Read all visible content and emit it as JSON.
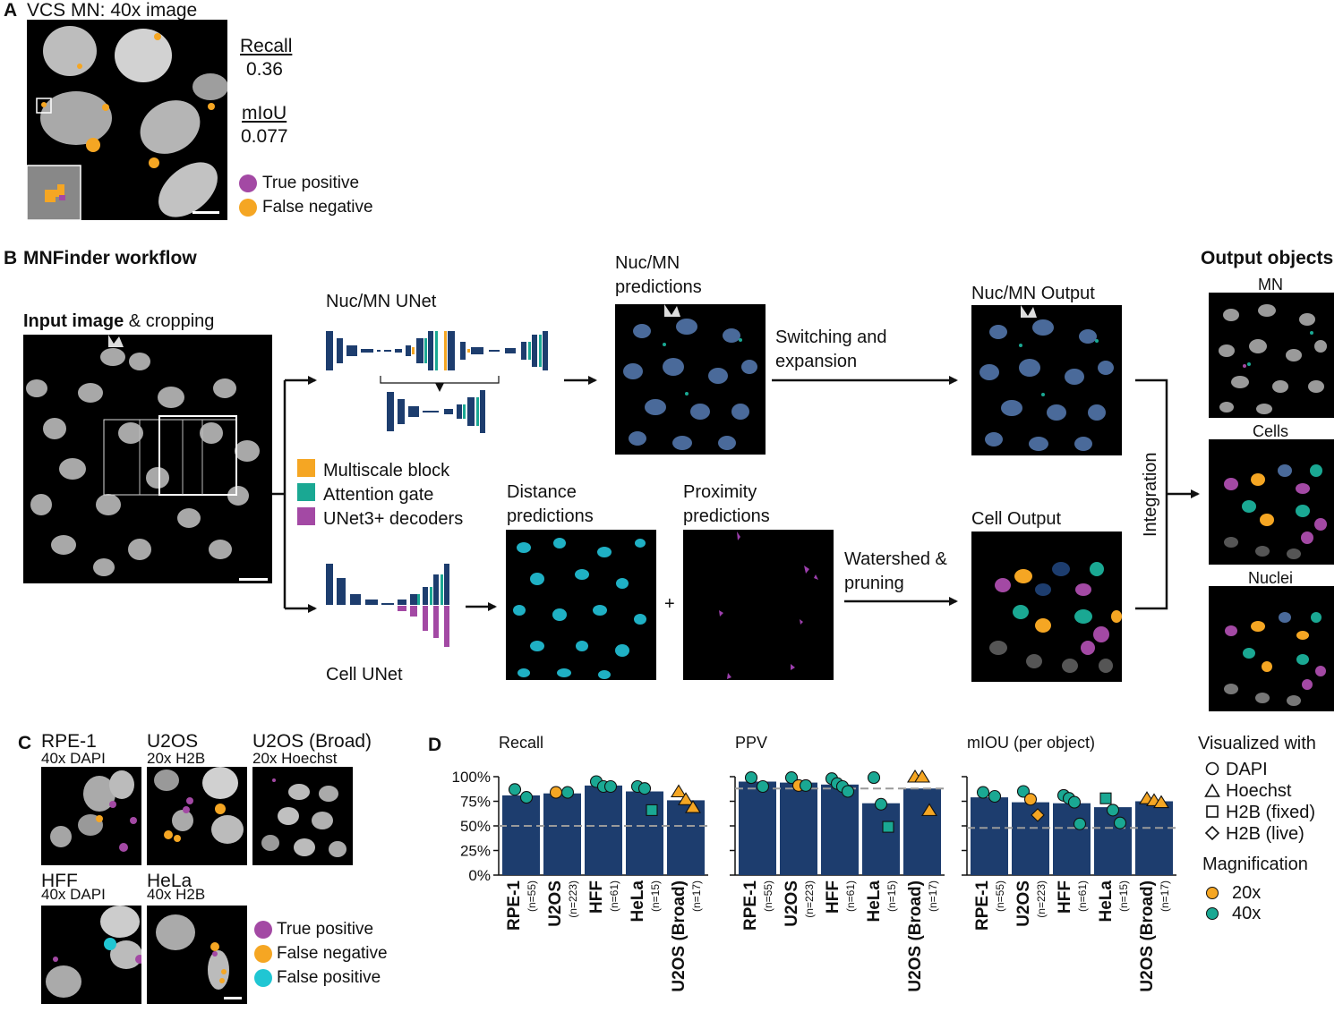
{
  "colors": {
    "purple": "#a349a4",
    "orange": "#f5a623",
    "teal": "#1aa893",
    "cyan": "#20c6d3",
    "navy": "#1d3d6e",
    "dash": "#9a9a9a"
  },
  "panel_a": {
    "letter": "A",
    "title": "VCS MN: 40x image",
    "recall_label": "Recall",
    "recall_value": "0.36",
    "miou_label": "mIoU",
    "miou_value": "0.077",
    "legend": [
      "True positive",
      "False negative"
    ]
  },
  "panel_b": {
    "letter": "B",
    "title": "MNFinder workflow",
    "input_bold": "Input image",
    "input_rest": " & cropping",
    "nuc_unet": "Nuc/MN UNet",
    "cell_unet": "Cell UNet",
    "nuc_pred": [
      "Nuc/MN",
      "predictions"
    ],
    "switching": [
      "Switching and",
      "expansion"
    ],
    "nuc_output": "Nuc/MN Output",
    "legend": [
      "Multiscale block",
      "Attention gate",
      "UNet3+ decoders"
    ],
    "distance": [
      "Distance",
      "predictions"
    ],
    "proximity": [
      "Proximity",
      "predictions"
    ],
    "plus": "+",
    "watershed": [
      "Watershed &",
      "pruning"
    ],
    "cell_output": "Cell Output",
    "integration": "Integration",
    "output_title": "Output objects",
    "outputs": [
      "MN",
      "Cells",
      "Nuclei"
    ]
  },
  "panel_c": {
    "letter": "C",
    "images": [
      {
        "name": "RPE-1",
        "sub": "40x DAPI"
      },
      {
        "name": "U2OS",
        "sub": "20x H2B"
      },
      {
        "name": "U2OS (Broad)",
        "sub": "20x Hoechst"
      },
      {
        "name": "HFF",
        "sub": "40x DAPI"
      },
      {
        "name": "HeLa",
        "sub": "40x H2B"
      }
    ],
    "legend": [
      "True positive",
      "False negative",
      "False positive"
    ]
  },
  "panel_d": {
    "letter": "D",
    "legend_title": "Visualized with",
    "shape_legend": [
      "DAPI",
      "Hoechst",
      "H2B (fixed)",
      "H2B (live)"
    ],
    "mag_title": "Magnification",
    "mag_legend": [
      "20x",
      "40x"
    ]
  },
  "chart_data": [
    {
      "type": "bar",
      "title": "Recall",
      "categories": [
        "RPE-1",
        "U2OS",
        "HFF",
        "HeLa",
        "U2OS (Broad)"
      ],
      "counts": [
        "(n=55)",
        "(n=223)",
        "(n=61)",
        "(n=15)",
        "(n=17)"
      ],
      "values": [
        81,
        83,
        91,
        85,
        76
      ],
      "reference_line": 50,
      "ylim": [
        0,
        100
      ],
      "yticks": [
        "0%",
        "25%",
        "50%",
        "75%",
        "100%"
      ],
      "points": [
        [
          {
            "y": 87,
            "shape": "circle",
            "mag": "40x"
          },
          {
            "y": 79,
            "shape": "circle",
            "mag": "40x"
          }
        ],
        [
          {
            "y": 84,
            "shape": "circle",
            "mag": "20x"
          },
          {
            "y": 84,
            "shape": "circle",
            "mag": "40x"
          }
        ],
        [
          {
            "y": 95,
            "shape": "circle",
            "mag": "40x"
          },
          {
            "y": 90,
            "shape": "circle",
            "mag": "40x"
          },
          {
            "y": 90,
            "shape": "circle",
            "mag": "40x"
          }
        ],
        [
          {
            "y": 90,
            "shape": "circle",
            "mag": "40x"
          },
          {
            "y": 88,
            "shape": "circle",
            "mag": "40x"
          },
          {
            "y": 66,
            "shape": "square",
            "mag": "40x"
          }
        ],
        [
          {
            "y": 85,
            "shape": "triangle",
            "mag": "20x"
          },
          {
            "y": 77,
            "shape": "triangle",
            "mag": "20x"
          },
          {
            "y": 69,
            "shape": "triangle",
            "mag": "20x"
          }
        ]
      ]
    },
    {
      "type": "bar",
      "title": "PPV",
      "categories": [
        "RPE-1",
        "U2OS",
        "HFF",
        "HeLa",
        "U2OS (Broad)"
      ],
      "counts": [
        "(n=55)",
        "(n=223)",
        "(n=61)",
        "(n=15)",
        "(n=17)"
      ],
      "values": [
        95,
        94,
        92,
        73,
        88
      ],
      "reference_line": 88,
      "ylim": [
        0,
        100
      ],
      "yticks": [],
      "points": [
        [
          {
            "y": 99,
            "shape": "circle",
            "mag": "40x"
          },
          {
            "y": 90,
            "shape": "circle",
            "mag": "40x"
          }
        ],
        [
          {
            "y": 99,
            "shape": "circle",
            "mag": "40x"
          },
          {
            "y": 91,
            "shape": "circle",
            "mag": "20x"
          },
          {
            "y": 91,
            "shape": "circle",
            "mag": "40x"
          }
        ],
        [
          {
            "y": 98,
            "shape": "circle",
            "mag": "40x"
          },
          {
            "y": 93,
            "shape": "circle",
            "mag": "40x"
          },
          {
            "y": 90,
            "shape": "circle",
            "mag": "40x"
          },
          {
            "y": 85,
            "shape": "circle",
            "mag": "40x"
          }
        ],
        [
          {
            "y": 99,
            "shape": "circle",
            "mag": "40x"
          },
          {
            "y": 72,
            "shape": "circle",
            "mag": "40x"
          },
          {
            "y": 49,
            "shape": "square",
            "mag": "40x"
          }
        ],
        [
          {
            "y": 100,
            "shape": "triangle",
            "mag": "20x"
          },
          {
            "y": 100,
            "shape": "triangle",
            "mag": "20x"
          },
          {
            "y": 66,
            "shape": "triangle",
            "mag": "20x"
          }
        ]
      ]
    },
    {
      "type": "bar",
      "title": "mIOU (per object)",
      "categories": [
        "RPE-1",
        "U2OS",
        "HFF",
        "HeLa",
        "U2OS (Broad)"
      ],
      "counts": [
        "(n=55)",
        "(n=223)",
        "(n=61)",
        "(n=15)",
        "(n=17)"
      ],
      "values": [
        79,
        74,
        73,
        69,
        75
      ],
      "reference_line": 48,
      "ylim": [
        0,
        100
      ],
      "yticks": [],
      "points": [
        [
          {
            "y": 84,
            "shape": "circle",
            "mag": "40x"
          },
          {
            "y": 80,
            "shape": "circle",
            "mag": "40x"
          }
        ],
        [
          {
            "y": 85,
            "shape": "circle",
            "mag": "40x"
          },
          {
            "y": 77,
            "shape": "circle",
            "mag": "20x"
          },
          {
            "y": 61,
            "shape": "diamond",
            "mag": "20x"
          }
        ],
        [
          {
            "y": 81,
            "shape": "circle",
            "mag": "40x"
          },
          {
            "y": 78,
            "shape": "circle",
            "mag": "40x"
          },
          {
            "y": 74,
            "shape": "circle",
            "mag": "40x"
          },
          {
            "y": 52,
            "shape": "circle",
            "mag": "40x"
          }
        ],
        [
          {
            "y": 78,
            "shape": "square",
            "mag": "40x"
          },
          {
            "y": 66,
            "shape": "circle",
            "mag": "40x"
          },
          {
            "y": 53,
            "shape": "circle",
            "mag": "40x"
          }
        ],
        [
          {
            "y": 78,
            "shape": "triangle",
            "mag": "20x"
          },
          {
            "y": 76,
            "shape": "triangle",
            "mag": "20x"
          },
          {
            "y": 74,
            "shape": "triangle",
            "mag": "20x"
          }
        ]
      ]
    }
  ]
}
